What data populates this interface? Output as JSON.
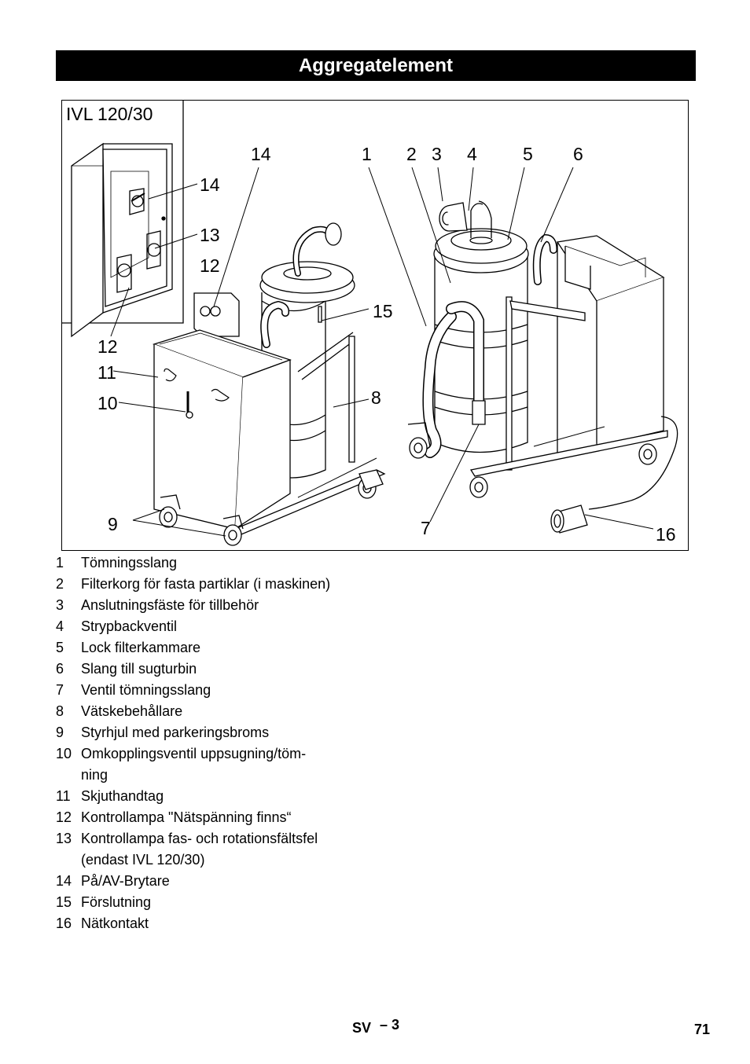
{
  "header": {
    "title": "Aggregatelement"
  },
  "figure": {
    "inset_label": "IVL 120/30",
    "callouts": {
      "n14a": "14",
      "n14b": "14",
      "n13": "13",
      "n12a": "12",
      "n12b": "12",
      "n11": "11",
      "n10": "10",
      "n9": "9",
      "n8": "8",
      "n7": "7",
      "n15": "15",
      "n16": "16",
      "n1": "1",
      "n2": "2",
      "n3": "3",
      "n4": "4",
      "n5": "5",
      "n6": "6"
    }
  },
  "legend": [
    {
      "num": "1",
      "text": "Tömningsslang"
    },
    {
      "num": "2",
      "text": "Filterkorg för fasta partiklar (i maskinen)"
    },
    {
      "num": "3",
      "text": "Anslutningsfäste för tillbehör"
    },
    {
      "num": "4",
      "text": "Strypbackventil"
    },
    {
      "num": "5",
      "text": "Lock filterkammare"
    },
    {
      "num": "6",
      "text": "Slang till sugturbin"
    },
    {
      "num": "7",
      "text": "Ventil tömningsslang"
    },
    {
      "num": "8",
      "text": "Vätskebehållare"
    },
    {
      "num": "9",
      "text": "Styrhjul med parkeringsbroms"
    },
    {
      "num": "10",
      "text": "Omkopplingsventil uppsugning/töm-",
      "text2": "ning"
    },
    {
      "num": "11",
      "text": "Skjuthandtag"
    },
    {
      "num": "12",
      "text": "Kontrollampa \"Nätspänning finns“"
    },
    {
      "num": "13",
      "text": "Kontrollampa fas- och rotationsfältsfel",
      "text2": "(endast IVL 120/30)"
    },
    {
      "num": "14",
      "text": "På/AV-Brytare"
    },
    {
      "num": "15",
      "text": "Förslutning"
    },
    {
      "num": "16",
      "text": "Nätkontakt"
    }
  ],
  "footer": {
    "lang": "SV",
    "section": "– 3",
    "page": "71"
  }
}
